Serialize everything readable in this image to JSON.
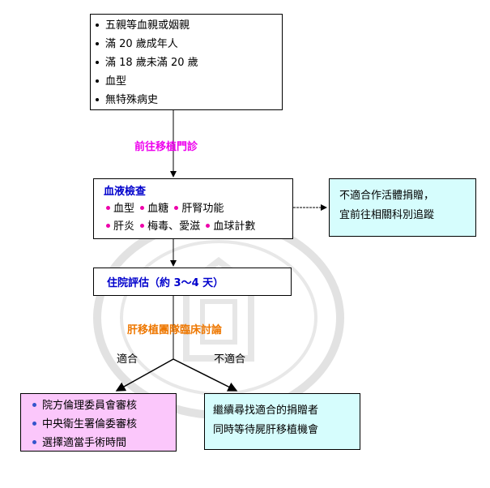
{
  "box_criteria": {
    "items": [
      "五親等血親或姻親",
      "滿 20 歲成年人",
      "滿 18 歲未滿 20 歲",
      "血型",
      "無特殊病史"
    ]
  },
  "label_clinic": "前往移植門診",
  "box_blood": {
    "title": "血液檢查",
    "row1": [
      "血型",
      "血糖",
      "肝腎功能"
    ],
    "row2": [
      "肝炎",
      "梅毒、愛滋",
      "血球計數"
    ]
  },
  "box_unsuitable_donor": {
    "line1": "不適合作活體捐贈，",
    "line2": "宜前往相關科別追蹤"
  },
  "box_admission": {
    "text": "住院評估（約 3～4 天）"
  },
  "label_team": "肝移植團隊臨床討論",
  "label_suitable": "適合",
  "label_not_suitable": "不適合",
  "box_review": {
    "items": [
      "院方倫理委員會審核",
      "中央衛生署倫委審核",
      "選擇適當手術時間"
    ]
  },
  "box_continue": {
    "line1": "繼續尋找適合的捐贈者",
    "line2": "同時等待屍肝移植機會"
  },
  "colors": {
    "magenta": "#ee00ee",
    "orange": "#ee7700",
    "blue": "#0000cc",
    "pink_fill": "#fbc7fb",
    "cyan_fill": "#d6fdfd",
    "bullet_pink": "#ee00aa",
    "bullet_blue": "#3355cc"
  }
}
